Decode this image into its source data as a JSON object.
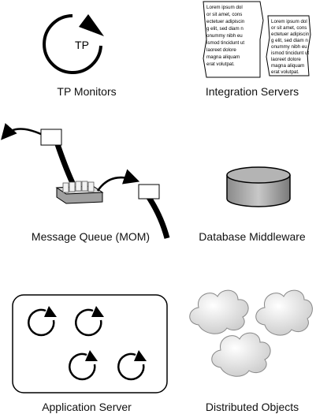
{
  "captions": {
    "tp_monitors": "TP Monitors",
    "integration_servers": "Integration Servers",
    "message_queue": "Message Queue (MOM)",
    "database_middleware": "Database Middleware",
    "application_server": "Application Server",
    "distributed_objects": "Distributed Objects"
  },
  "tp_icon_text": "TP",
  "document_text": [
    "Lorem ipsum dol",
    "or sit amet, cons",
    "ectetuer adipiscin",
    "g elit, sed diam n",
    "onummy nibh eu",
    "ismod tincidunt ut",
    "laoreet dolore",
    "magna aliquam",
    "erat volutpat."
  ],
  "colors": {
    "ink": "#000000",
    "light_gray": "#dcdcdc",
    "mid_gray": "#a8a8a8"
  }
}
